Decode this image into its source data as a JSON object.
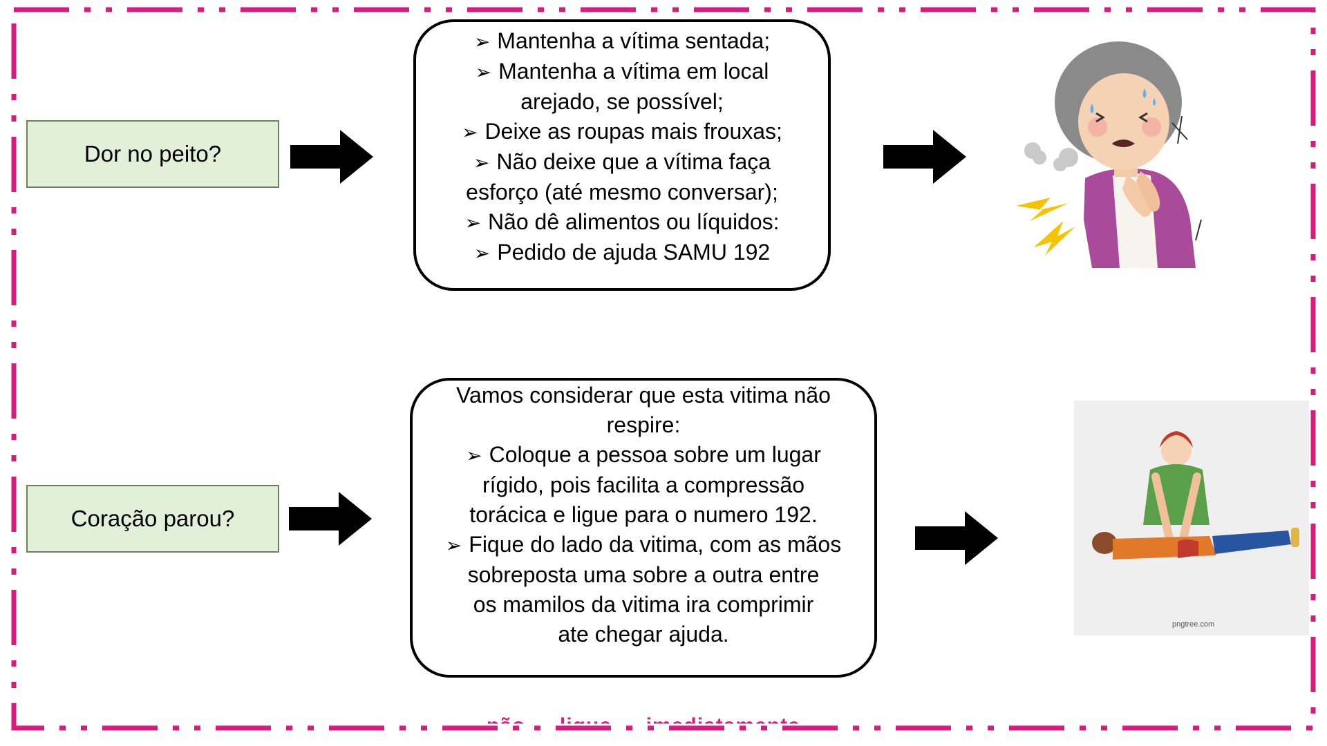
{
  "border_color": "#d81b7f",
  "rows": [
    {
      "question": "Dor no peito?",
      "steps": [
        {
          "bullet": true,
          "text": "Mantenha a vítima sentada;"
        },
        {
          "bullet": true,
          "text": "Mantenha a vítima em local"
        },
        {
          "bullet": false,
          "text": "arejado, se possível;"
        },
        {
          "bullet": true,
          "text": "Deixe as roupas mais frouxas;"
        },
        {
          "bullet": true,
          "text": "Não deixe que a vítima faça"
        },
        {
          "bullet": false,
          "text": "esforço (até mesmo conversar);"
        },
        {
          "bullet": true,
          "text": "Não dê alimentos ou líquidos:"
        },
        {
          "bullet": true,
          "text": "Pedido de ajuda SAMU 192"
        }
      ],
      "illustration": "elderly-woman-chest-pain"
    },
    {
      "question": "Coração parou?",
      "steps": [
        {
          "bullet": false,
          "text": "Vamos considerar que esta vitima não"
        },
        {
          "bullet": false,
          "text": "respire:"
        },
        {
          "bullet": true,
          "text": "Coloque a pessoa sobre um lugar"
        },
        {
          "bullet": false,
          "text": "rígido, pois facilita a compressão"
        },
        {
          "bullet": false,
          "text": "torácica e ligue para o numero 192."
        },
        {
          "bullet": true,
          "text": "Fique do lado da vitima, com as mãos"
        },
        {
          "bullet": false,
          "text": "sobreposta uma sobre a outra entre"
        },
        {
          "bullet": false,
          "text": "os mamilos da vitima ira comprimir"
        },
        {
          "bullet": false,
          "text": "ate chegar ajuda."
        }
      ],
      "illustration": "cpr-chest-compressions",
      "illustration_credit": "pngtree.com"
    }
  ],
  "footer_partial_text": "não … ligue … imediatamente"
}
